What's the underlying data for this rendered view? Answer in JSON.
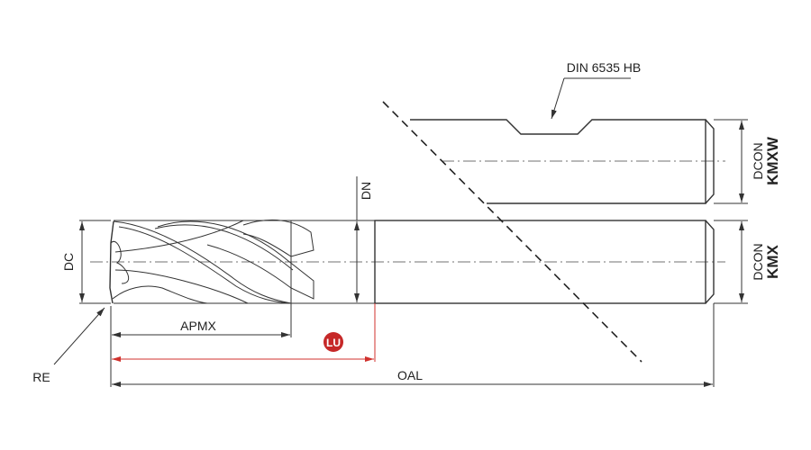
{
  "labels": {
    "dc": "DC",
    "dn": "DN",
    "apmx": "APMX",
    "lu": "LU",
    "oal": "OAL",
    "re": "RE",
    "din": "DIN 6535 HB",
    "dcon_top": "DCON",
    "kmxw": "KMXW",
    "dcon_bottom": "DCON",
    "kmx": "KMX"
  },
  "colors": {
    "line": "#333333",
    "accent": "#c62828"
  }
}
